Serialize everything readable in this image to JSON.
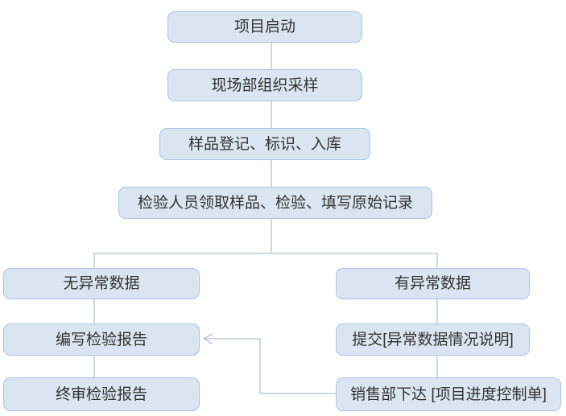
{
  "flowchart": {
    "nodes": [
      {
        "id": "project-start",
        "label": "项目启动"
      },
      {
        "id": "site-sampling",
        "label": "现场部组织采样"
      },
      {
        "id": "sample-registration",
        "label": "样品登记、标识、入库"
      },
      {
        "id": "inspection-records",
        "label": "检验人员领取样品、检验、填写原始记录"
      },
      {
        "id": "no-abnormal-data",
        "label": "无异常数据"
      },
      {
        "id": "abnormal-data",
        "label": "有异常数据"
      },
      {
        "id": "write-report",
        "label": "编写检验报告"
      },
      {
        "id": "submit-explanation",
        "label": "提交[异常数据情况说明]"
      },
      {
        "id": "final-review-report",
        "label": "终审检验报告"
      },
      {
        "id": "sales-control-sheet",
        "label": "销售部下达 [项目进度控制单]"
      }
    ],
    "edges": [
      {
        "from": "project-start",
        "to": "site-sampling",
        "arrow": false
      },
      {
        "from": "site-sampling",
        "to": "sample-registration",
        "arrow": false
      },
      {
        "from": "sample-registration",
        "to": "inspection-records",
        "arrow": false
      },
      {
        "from": "inspection-records",
        "to": "no-abnormal-data",
        "arrow": false
      },
      {
        "from": "inspection-records",
        "to": "abnormal-data",
        "arrow": false
      },
      {
        "from": "no-abnormal-data",
        "to": "write-report",
        "arrow": false
      },
      {
        "from": "write-report",
        "to": "final-review-report",
        "arrow": false
      },
      {
        "from": "abnormal-data",
        "to": "submit-explanation",
        "arrow": false
      },
      {
        "from": "submit-explanation",
        "to": "sales-control-sheet",
        "arrow": false
      },
      {
        "from": "sales-control-sheet",
        "to": "write-report",
        "arrow": true
      }
    ]
  },
  "colors": {
    "node_fill": "#dbe5f2",
    "node_border": "#a9c4e4",
    "connector": "#aec2dc",
    "text": "#333333",
    "background": "#ffffff"
  }
}
